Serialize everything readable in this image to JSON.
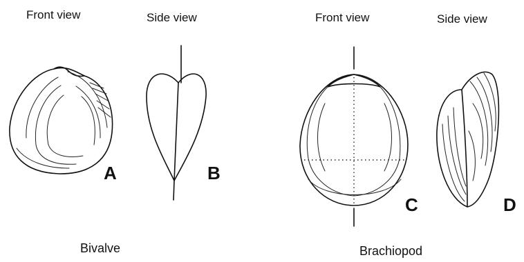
{
  "views": {
    "bivalve_front": "Front view",
    "bivalve_side": "Side view",
    "brachiopod_front": "Front view",
    "brachiopod_side": "Side view"
  },
  "letters": {
    "a": "A",
    "b": "B",
    "c": "C",
    "d": "D"
  },
  "captions": {
    "bivalve": "Bivalve",
    "brachiopod": "Brachiopod"
  }
}
